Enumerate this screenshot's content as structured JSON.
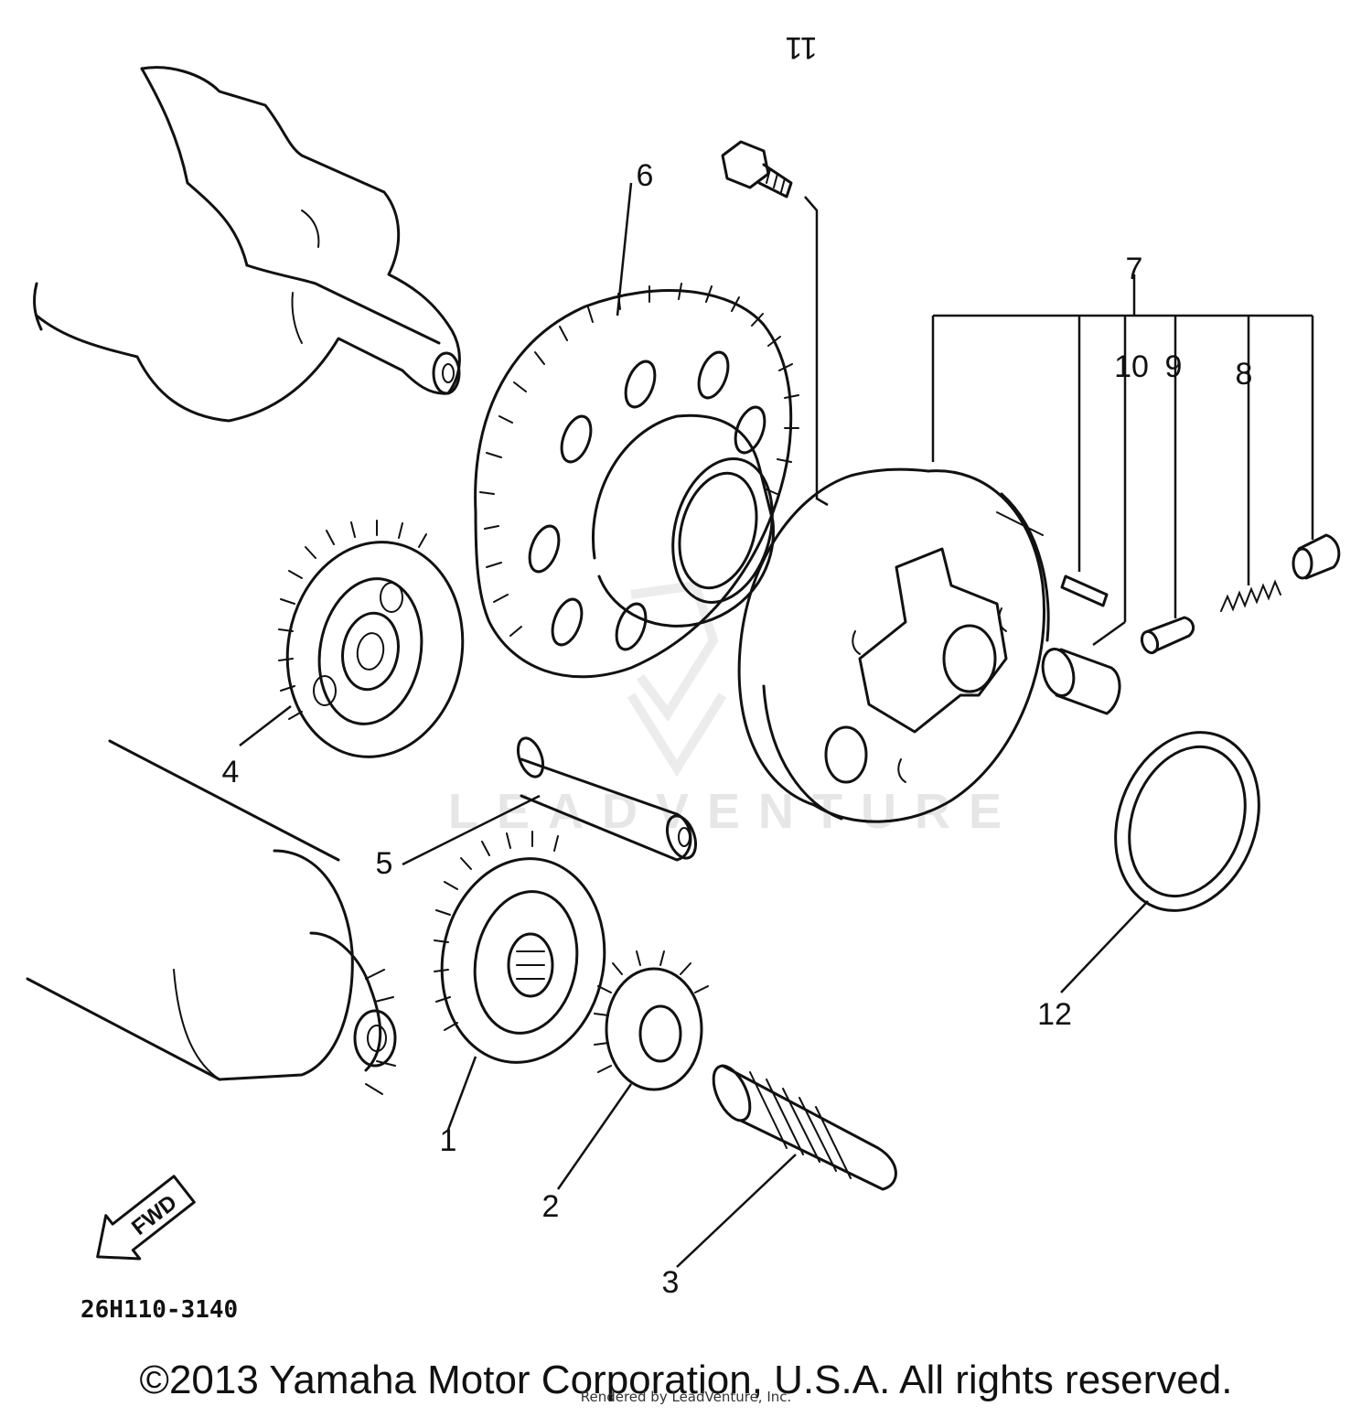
{
  "callouts": [
    "1",
    "2",
    "3",
    "4",
    "5",
    "6",
    "7",
    "8",
    "9",
    "10",
    "11",
    "12"
  ],
  "diagram_code": "26H110-3140",
  "fwd_label": "FWD",
  "watermark": "LEADVENTURE",
  "copyright": "©2013 Yamaha Motor Corporation, U.S.A. All rights reserved.",
  "rendered_by": "Rendered by LeadVenture, Inc."
}
